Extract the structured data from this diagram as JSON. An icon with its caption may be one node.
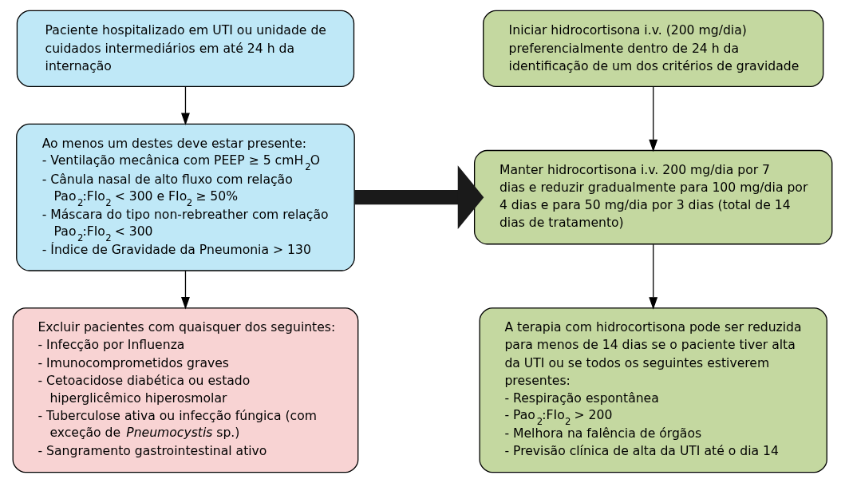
{
  "diagram": {
    "nodes": [
      {
        "text": [
          "Paciente hospitalizado em UTI ou unidade de cuidados intermediários em até 24 h da internação"
        ]
      },
      {
        "text": [
          "Ao menos um destes deve estar presente:",
          "- Ventilação mecânica com PEEP ≥ 5 cmH$_{2}$O",
          "- Cânula nasal de alto fluxo com relação Pao$_{2}$:FIo$_{2}$ < 300 e FIo$_{2}$ ≥ 50%",
          "- Máscara do tipo non-rebreather com relação Pao$_{2}$:FIo$_{2}$ < 300",
          "- Índice de Gravidade da Pneumonia > 130"
        ]
      },
      {
        "text": [
          "Excluir pacientes com quaisquer dos seguintes:",
          "- Infecção por Influenza",
          "- Imunocomprometidos graves",
          "- Cetoacidose diabética ou estado hiperglicêmico hiperosmolar",
          "- Tuberculose ativa ou infecção fúngica (com exceção de *Pneumocystis* sp.)",
          "- Sangramento gastrointestinal ativo"
        ]
      },
      {
        "text": [
          "Iniciar hidrocortisona i.v. (200 mg/dia) preferencialmente dentro de 24 h da identificação de um dos critérios de gravidade"
        ]
      },
      {
        "text": [
          "Manter hidrocortisona i.v. 200 mg/dia por 7 dias e reduzir gradualmente para 100 mg/dia por 4 dias e para 50 mg/dia por 3 dias (total de 14 dias de tratamento)"
        ]
      },
      {
        "text": [
          "A terapia com hidrocortisona pode ser reduzida para menos de 14 dias se o paciente tiver alta da UTI ou se todos os seguintes estiverem presentes:",
          "- Respiração espontânea",
          "- Pao$_{2}$:FIo$_{2}$ > 200",
          "- Melhora na falência de órgãos",
          "- Previsão clínica de alta da UTI até o dia 14"
        ]
      }
    ],
    "edges": [
      {
        "from": 0,
        "to": 1,
        "arrow": "to"
      },
      {
        "from": 1,
        "to": 2,
        "arrow": "to"
      },
      {
        "from": 3,
        "to": 4,
        "arrow": "to"
      },
      {
        "from": 4,
        "to": 5,
        "arrow": "to"
      },
      {
        "from": 1,
        "to": 4,
        "arrow": "to",
        "style": "thick",
        "color": "#1a1a1a"
      }
    ]
  }
}
